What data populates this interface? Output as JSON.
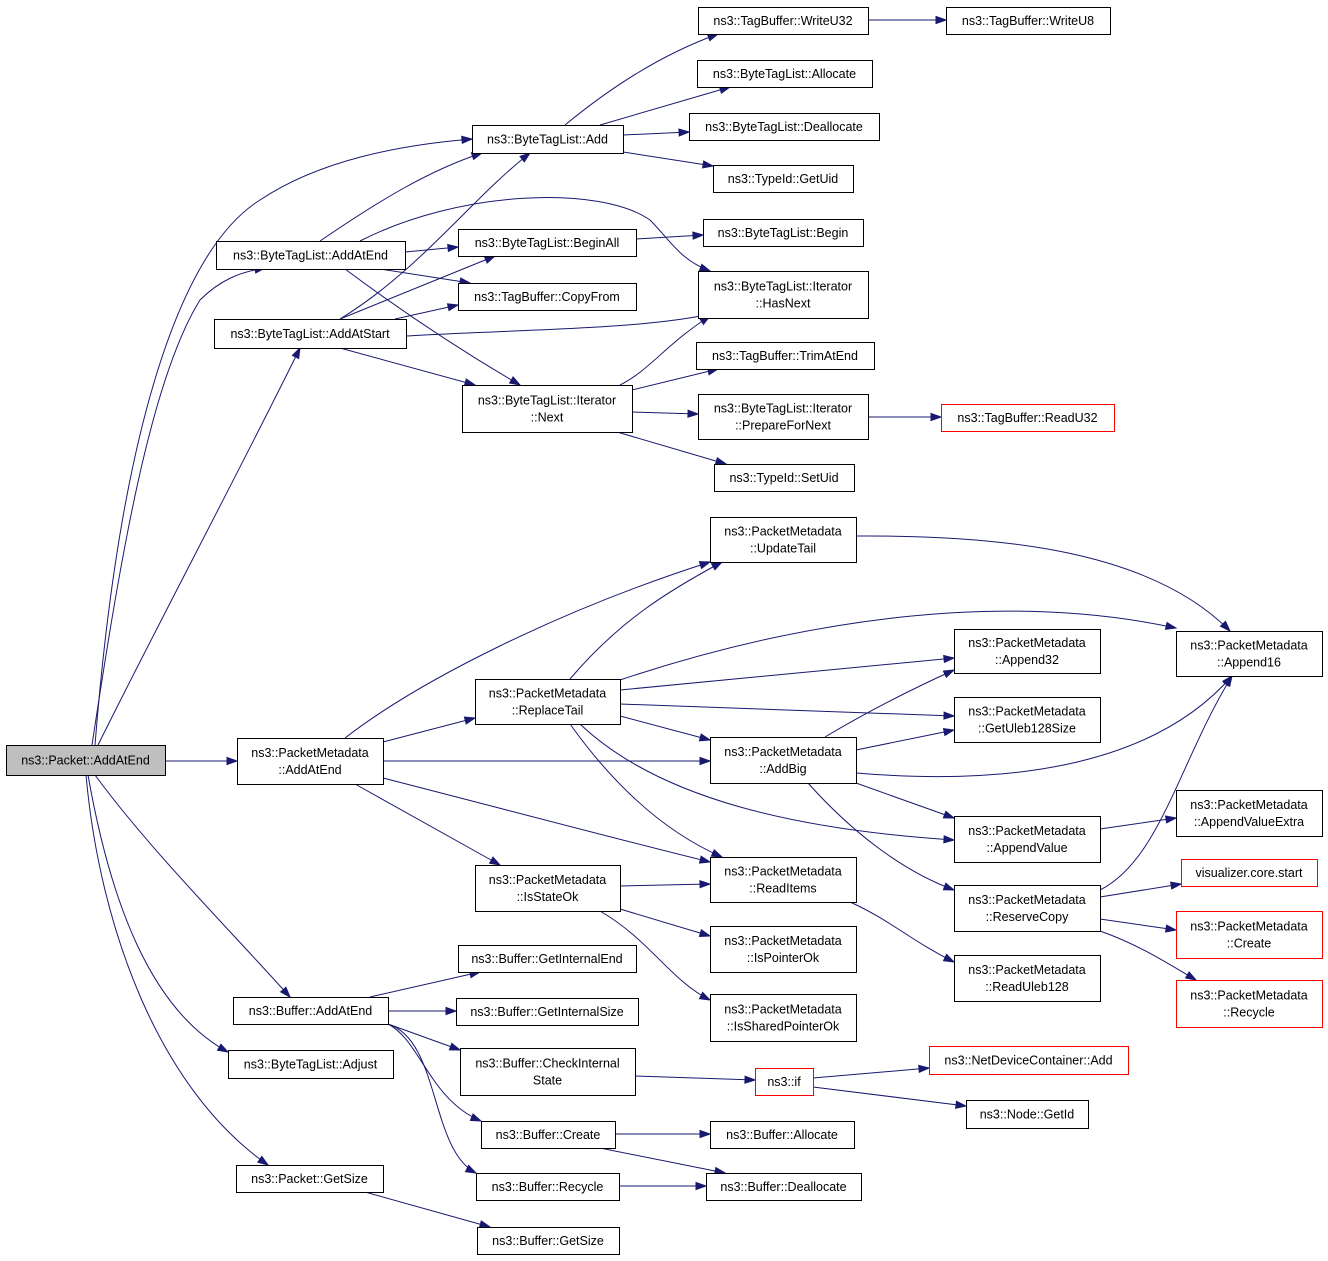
{
  "diagram": {
    "type": "call-graph",
    "edge_color": "#191970",
    "root_fill": "#bfbfbf",
    "external_border": "#ff0000",
    "nodes": [
      {
        "id": "root",
        "lines": [
          "ns3::Packet::AddAtEnd"
        ],
        "root": true
      },
      {
        "id": "btl_add",
        "lines": [
          "ns3::ByteTagList::Add"
        ]
      },
      {
        "id": "tb_writeu32",
        "lines": [
          "ns3::TagBuffer::WriteU32"
        ]
      },
      {
        "id": "tb_writeu8",
        "lines": [
          "ns3::TagBuffer::WriteU8"
        ]
      },
      {
        "id": "btl_allocate",
        "lines": [
          "ns3::ByteTagList::Allocate"
        ]
      },
      {
        "id": "btl_deallocate",
        "lines": [
          "ns3::ByteTagList::Deallocate"
        ]
      },
      {
        "id": "tid_getuid",
        "lines": [
          "ns3::TypeId::GetUid"
        ]
      },
      {
        "id": "btl_addatend",
        "lines": [
          "ns3::ByteTagList::AddAtEnd"
        ]
      },
      {
        "id": "btl_beginall",
        "lines": [
          "ns3::ByteTagList::BeginAll"
        ]
      },
      {
        "id": "btl_begin",
        "lines": [
          "ns3::ByteTagList::Begin"
        ]
      },
      {
        "id": "btl_it_hasnext",
        "lines": [
          "ns3::ByteTagList::Iterator",
          "::HasNext"
        ]
      },
      {
        "id": "tb_copyfrom",
        "lines": [
          "ns3::TagBuffer::CopyFrom"
        ]
      },
      {
        "id": "btl_addatstart",
        "lines": [
          "ns3::ByteTagList::AddAtStart"
        ]
      },
      {
        "id": "tb_trimatend",
        "lines": [
          "ns3::TagBuffer::TrimAtEnd"
        ]
      },
      {
        "id": "btl_it_next",
        "lines": [
          "ns3::ByteTagList::Iterator",
          "::Next"
        ]
      },
      {
        "id": "btl_it_prepare",
        "lines": [
          "ns3::ByteTagList::Iterator",
          "::PrepareForNext"
        ]
      },
      {
        "id": "tb_readu32",
        "lines": [
          "ns3::TagBuffer::ReadU32"
        ],
        "external": true
      },
      {
        "id": "tid_setuid",
        "lines": [
          "ns3::TypeId::SetUid"
        ]
      },
      {
        "id": "pm_updatetail",
        "lines": [
          "ns3::PacketMetadata",
          "::UpdateTail"
        ]
      },
      {
        "id": "pm_append16",
        "lines": [
          "ns3::PacketMetadata",
          "::Append16"
        ]
      },
      {
        "id": "pm_append32",
        "lines": [
          "ns3::PacketMetadata",
          "::Append32"
        ]
      },
      {
        "id": "pm_replacetail",
        "lines": [
          "ns3::PacketMetadata",
          "::ReplaceTail"
        ]
      },
      {
        "id": "pm_getuleb",
        "lines": [
          "ns3::PacketMetadata",
          "::GetUleb128Size"
        ]
      },
      {
        "id": "pm_addatend",
        "lines": [
          "ns3::PacketMetadata",
          "::AddAtEnd"
        ]
      },
      {
        "id": "pm_addbig",
        "lines": [
          "ns3::PacketMetadata",
          "::AddBig"
        ]
      },
      {
        "id": "pm_appendvalueextra",
        "lines": [
          "ns3::PacketMetadata",
          "::AppendValueExtra"
        ]
      },
      {
        "id": "pm_appendvalue",
        "lines": [
          "ns3::PacketMetadata",
          "::AppendValue"
        ]
      },
      {
        "id": "pm_readitems",
        "lines": [
          "ns3::PacketMetadata",
          "::ReadItems"
        ]
      },
      {
        "id": "vis_start",
        "lines": [
          "visualizer.core.start"
        ],
        "external": true
      },
      {
        "id": "pm_isstateok",
        "lines": [
          "ns3::PacketMetadata",
          "::IsStateOk"
        ]
      },
      {
        "id": "pm_reservecopy",
        "lines": [
          "ns3::PacketMetadata",
          "::ReserveCopy"
        ]
      },
      {
        "id": "pm_create",
        "lines": [
          "ns3::PacketMetadata",
          "::Create"
        ],
        "external": true
      },
      {
        "id": "pm_ispointerok",
        "lines": [
          "ns3::PacketMetadata",
          "::IsPointerOk"
        ]
      },
      {
        "id": "buf_getinternalend",
        "lines": [
          "ns3::Buffer::GetInternalEnd"
        ]
      },
      {
        "id": "pm_readuleb",
        "lines": [
          "ns3::PacketMetadata",
          "::ReadUleb128"
        ]
      },
      {
        "id": "pm_recycle",
        "lines": [
          "ns3::PacketMetadata",
          "::Recycle"
        ],
        "external": true
      },
      {
        "id": "buf_addatend",
        "lines": [
          "ns3::Buffer::AddAtEnd"
        ]
      },
      {
        "id": "buf_getinternalsize",
        "lines": [
          "ns3::Buffer::GetInternalSize"
        ]
      },
      {
        "id": "pm_issharedpointerok",
        "lines": [
          "ns3::PacketMetadata",
          "::IsSharedPointerOk"
        ]
      },
      {
        "id": "buf_checkinternal",
        "lines": [
          "ns3::Buffer::CheckInternal",
          "State"
        ]
      },
      {
        "id": "btl_adjust",
        "lines": [
          "ns3::ByteTagList::Adjust"
        ]
      },
      {
        "id": "ndc_add",
        "lines": [
          "ns3::NetDeviceContainer::Add"
        ],
        "external": true
      },
      {
        "id": "ns3_if",
        "lines": [
          "ns3::if"
        ],
        "external": true
      },
      {
        "id": "node_getid",
        "lines": [
          "ns3::Node::GetId"
        ]
      },
      {
        "id": "buf_create",
        "lines": [
          "ns3::Buffer::Create"
        ]
      },
      {
        "id": "buf_allocate",
        "lines": [
          "ns3::Buffer::Allocate"
        ]
      },
      {
        "id": "pkt_getsize",
        "lines": [
          "ns3::Packet::GetSize"
        ]
      },
      {
        "id": "buf_recycle",
        "lines": [
          "ns3::Buffer::Recycle"
        ]
      },
      {
        "id": "buf_deallocate",
        "lines": [
          "ns3::Buffer::Deallocate"
        ]
      },
      {
        "id": "buf_getsize",
        "lines": [
          "ns3::Buffer::GetSize"
        ]
      }
    ]
  }
}
